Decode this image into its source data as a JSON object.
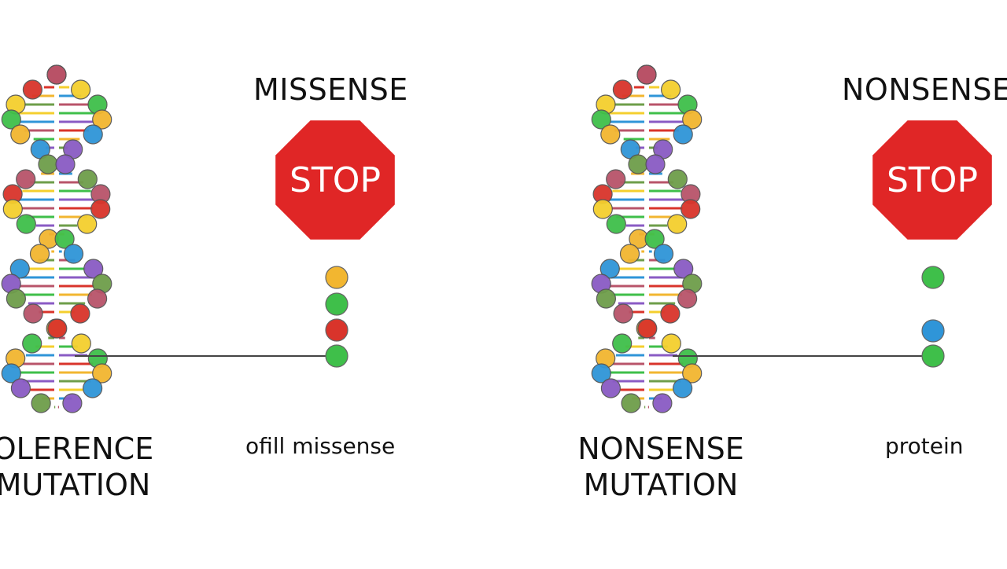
{
  "colors": {
    "stop_red": "#e02626",
    "stop_border": "#ffffff",
    "red": "#d9342b",
    "purple": "#8a5bc4",
    "green_dark": "#6e9e4a",
    "green": "#3fbf4a",
    "orange": "#f2b630",
    "blue": "#2f95d8",
    "yellow": "#f4cf2e",
    "rose": "#b8546a",
    "line": "#444444"
  },
  "left_panel": {
    "title": "MISSENSE",
    "stop_sign": "STOP",
    "mutation_line1": "OLERENCE",
    "mutation_line2": "MUTATION",
    "caption": "ofill missense",
    "chain": [
      "orange",
      "green",
      "red",
      "green"
    ]
  },
  "right_panel": {
    "title": "NONSENSE",
    "stop_sign": "STOP",
    "mutation_line1": "NONSENSE",
    "mutation_line2": "MUTATION",
    "caption": "protein",
    "chain": [
      "green",
      "blue",
      "green"
    ]
  }
}
